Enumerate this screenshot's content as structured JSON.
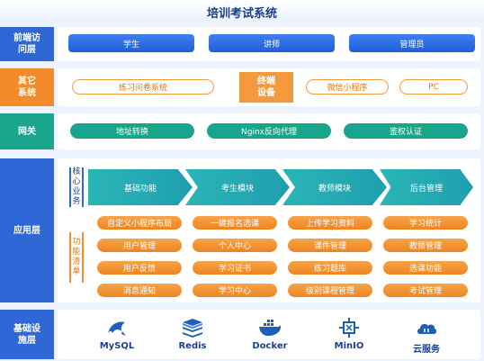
{
  "title": "培训考试系统",
  "rows": {
    "frontend": {
      "label": "前端访\n问层",
      "items": [
        "学生",
        "讲师",
        "管理员"
      ]
    },
    "other": {
      "label": "其它\n系统",
      "left_items": [
        "练习问卷系统"
      ],
      "terminal_label": "终端\n设备",
      "right_items": [
        "微信小程序",
        "PC"
      ]
    },
    "gateway": {
      "label": "网关",
      "items": [
        "地址转换",
        "Nginx反向代理",
        "鉴权认证"
      ]
    },
    "application": {
      "label": "应用层",
      "core_label": "核心业务",
      "modules": [
        "基础功能",
        "考生模块",
        "教师模块",
        "后台管理"
      ],
      "feature_label": "功能清单",
      "features": [
        [
          "自定义小程序布局",
          "一键报名选课",
          "上传学习资料",
          "学习统计"
        ],
        [
          "用户管理",
          "个人中心",
          "课件管理",
          "教师管理"
        ],
        [
          "用户反馈",
          "学习证书",
          "练习题库",
          "选课功能"
        ],
        [
          "消息通知",
          "学习中心",
          "级别课程管理",
          "考试管理"
        ]
      ]
    },
    "infrastructure": {
      "label": "基础设\n施层",
      "items": [
        {
          "name": "MySQL",
          "icon": "mysql-dolphin-icon"
        },
        {
          "name": "Redis",
          "icon": "redis-stack-icon"
        },
        {
          "name": "Docker",
          "icon": "docker-whale-icon"
        },
        {
          "name": "MinIO",
          "icon": "minio-icon"
        },
        {
          "name": "云服务",
          "icon": "cloud-service-icon"
        }
      ]
    }
  },
  "colors": {
    "frontend": "#2f67d6",
    "other": "#f38b2a",
    "gateway": "#1aa68d",
    "application": "#2f67d6",
    "infrastructure": "#2f67d6"
  }
}
